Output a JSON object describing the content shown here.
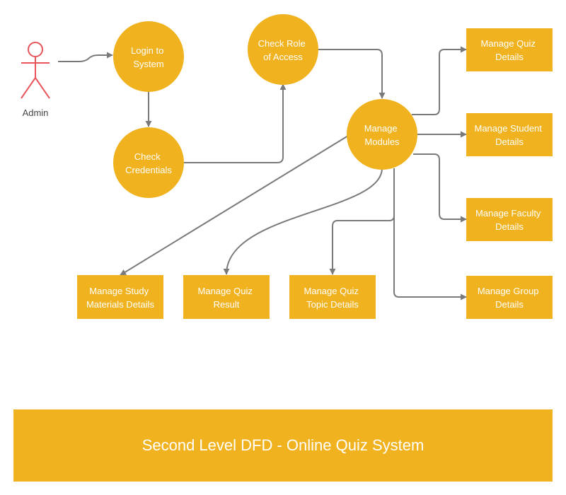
{
  "colors": {
    "node_fill": "#f0b21e",
    "node_text": "#ffffff",
    "edge": "#7a7a7a",
    "actor": "#e8545a",
    "actor_label": "#444444"
  },
  "actor": {
    "label": "Admin"
  },
  "nodes": {
    "login": {
      "shape": "circle",
      "lines": [
        "Login to",
        "System"
      ]
    },
    "credentials": {
      "shape": "circle",
      "lines": [
        "Check",
        "Credentials"
      ]
    },
    "role": {
      "shape": "circle",
      "lines": [
        "Check Role",
        "of Access"
      ]
    },
    "modules": {
      "shape": "circle",
      "lines": [
        "Manage",
        "Modules"
      ]
    },
    "quiz_details": {
      "shape": "rect",
      "lines": [
        "Manage Quiz",
        "Details"
      ]
    },
    "student_details": {
      "shape": "rect",
      "lines": [
        "Manage Student",
        "Details"
      ]
    },
    "faculty_details": {
      "shape": "rect",
      "lines": [
        "Manage Faculty",
        "Details"
      ]
    },
    "group_details": {
      "shape": "rect",
      "lines": [
        "Manage Group",
        "Details"
      ]
    },
    "study_materials": {
      "shape": "rect",
      "lines": [
        "Manage Study",
        "Materials Details"
      ]
    },
    "quiz_result": {
      "shape": "rect",
      "lines": [
        "Manage Quiz",
        "Result"
      ]
    },
    "quiz_topic": {
      "shape": "rect",
      "lines": [
        "Manage Quiz",
        "Topic Details"
      ]
    }
  },
  "edges": [
    {
      "from": "admin",
      "to": "login"
    },
    {
      "from": "login",
      "to": "credentials"
    },
    {
      "from": "credentials",
      "to": "role"
    },
    {
      "from": "role",
      "to": "modules"
    },
    {
      "from": "modules",
      "to": "quiz_details"
    },
    {
      "from": "modules",
      "to": "student_details"
    },
    {
      "from": "modules",
      "to": "faculty_details"
    },
    {
      "from": "modules",
      "to": "group_details"
    },
    {
      "from": "modules",
      "to": "study_materials"
    },
    {
      "from": "modules",
      "to": "quiz_result"
    },
    {
      "from": "modules",
      "to": "quiz_topic"
    }
  ],
  "banner": {
    "title": "Second Level DFD - Online Quiz System"
  }
}
